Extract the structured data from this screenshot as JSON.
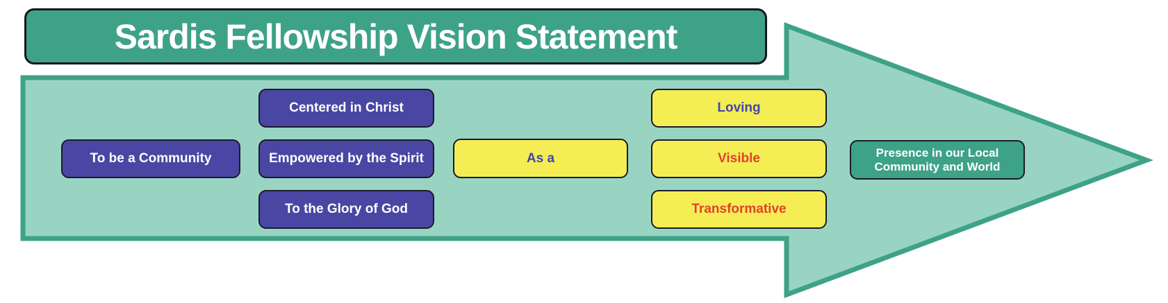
{
  "title": {
    "label": "Sardis Fellowship Vision Statement"
  },
  "arrow": {
    "direction": "right"
  },
  "boxes": {
    "to_be_community": {
      "label": "To be a Community"
    },
    "centered_in_christ": {
      "label": "Centered in Christ"
    },
    "empowered_by_spirit": {
      "label": "Empowered by the Spirit"
    },
    "glory_of_god": {
      "label": "To the Glory of God"
    },
    "as_a": {
      "label": "As a"
    },
    "loving": {
      "label": "Loving"
    },
    "visible": {
      "label": "Visible"
    },
    "transformative": {
      "label": "Transformative"
    },
    "presence": {
      "label": "Presence in our Local Community and World"
    }
  },
  "colors": {
    "green": "#3EA287",
    "arrow_fill": "#99D4C2",
    "indigo_fill": "#4947A3",
    "yellow_fill": "#F4EE54",
    "blue_text": "#4444AC",
    "red_text": "#E2402F",
    "white_text": "#FFFFFF",
    "box_border": "#1D1A2A",
    "title_border": "#18141F"
  }
}
